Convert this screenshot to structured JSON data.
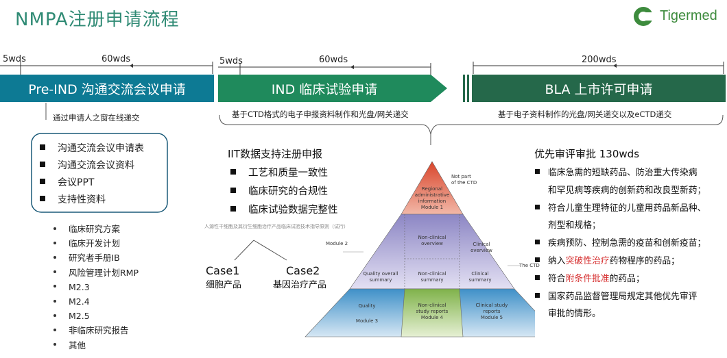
{
  "page": {
    "title": "NMPA注册申请流程",
    "logo_text": "Tigermed"
  },
  "colors": {
    "teal": "#0d7a94",
    "green": "#1f8a5c",
    "dark_green": "#25684a",
    "title": "#2f8a74"
  },
  "timeline": {
    "pre_ind_start": "5wds",
    "pre_ind_days": "60wds",
    "ind_start": "5wds",
    "ind_days": "60wds",
    "bla_days": "200wds"
  },
  "phases": {
    "pre_ind": "Pre-IND 沟通交流会议申请",
    "ind": "IND 临床试验申请",
    "bla": "BLA 上市许可申请"
  },
  "subtitles": {
    "pre_ind": "通过申请人之窗在线递交",
    "ind": "基于CTD格式的电子申报资料制作和光盘/网关递交",
    "bla": "基于电子资料制作的光盘/网关递交以及eCTD递交"
  },
  "pre_ind_box": [
    "沟通交流会议申请表",
    "沟通交流会议资料",
    "会议PPT",
    "支持性资料"
  ],
  "pre_ind_list": [
    "临床研究方案",
    "临床开发计划",
    "研究者手册IB",
    "风险管理计划RMP",
    "M2.3",
    "M2.4",
    "M2.5",
    "非临床研究报告",
    "其他"
  ],
  "iit": {
    "heading": "IIT数据支持注册申报",
    "items": [
      "工艺和质量一致性",
      "临床研究的合规性",
      "临床试验数据完整性"
    ],
    "note": "人源性干细胞及其衍生细胞治疗产品临床试验技术指导原则（试行）",
    "case1_title": "Case1",
    "case1_sub": "细胞产品",
    "case2_title": "Case2",
    "case2_sub": "基因治疗产品"
  },
  "ctd": {
    "not_part_1": "Not part",
    "not_part_2": "of the CTD",
    "module2": "Module 2",
    "the_ctd": "The CTD",
    "m1_1": "Regional",
    "m1_2": "administrative",
    "m1_3": "information",
    "m1_4": "Module 1",
    "nco_1": "Non-clinical",
    "nco_2": "overview",
    "co_1": "Clinical",
    "co_2": "overview",
    "qos_1": "Quality overall",
    "qos_2": "summary",
    "ncs_1": "Non-clinical",
    "ncs_2": "summary",
    "cs_1": "Clinical",
    "cs_2": "summary",
    "q_1": "Quality",
    "q_2": "Module 3",
    "ncr_1": "Non-clinical",
    "ncr_2": "study reports",
    "ncr_3": "Module 4",
    "csr_1": "Clinical study",
    "csr_2": "reports",
    "csr_3": "Module 5"
  },
  "priority": {
    "heading": "优先审评审批 130wds",
    "l1": "临床急需的短缺药品、防治重大传染病",
    "l1b": "和罕见病等疾病的创新药和改良型新药；",
    "l2": "符合儿童生理特征的儿童用药品新品种、",
    "l2b": "剂型和规格；",
    "l3": "疾病预防、控制急需的疫苗和创新疫苗；",
    "l4a": "纳入",
    "l4r": "突破性治疗",
    "l4b": "药物程序的药品；",
    "l5a": "符合",
    "l5r": "附条件批准",
    "l5b": "的药品；",
    "l6": "国家药品监督管理局规定其他优先审评",
    "l6b": "审批的情形。"
  }
}
